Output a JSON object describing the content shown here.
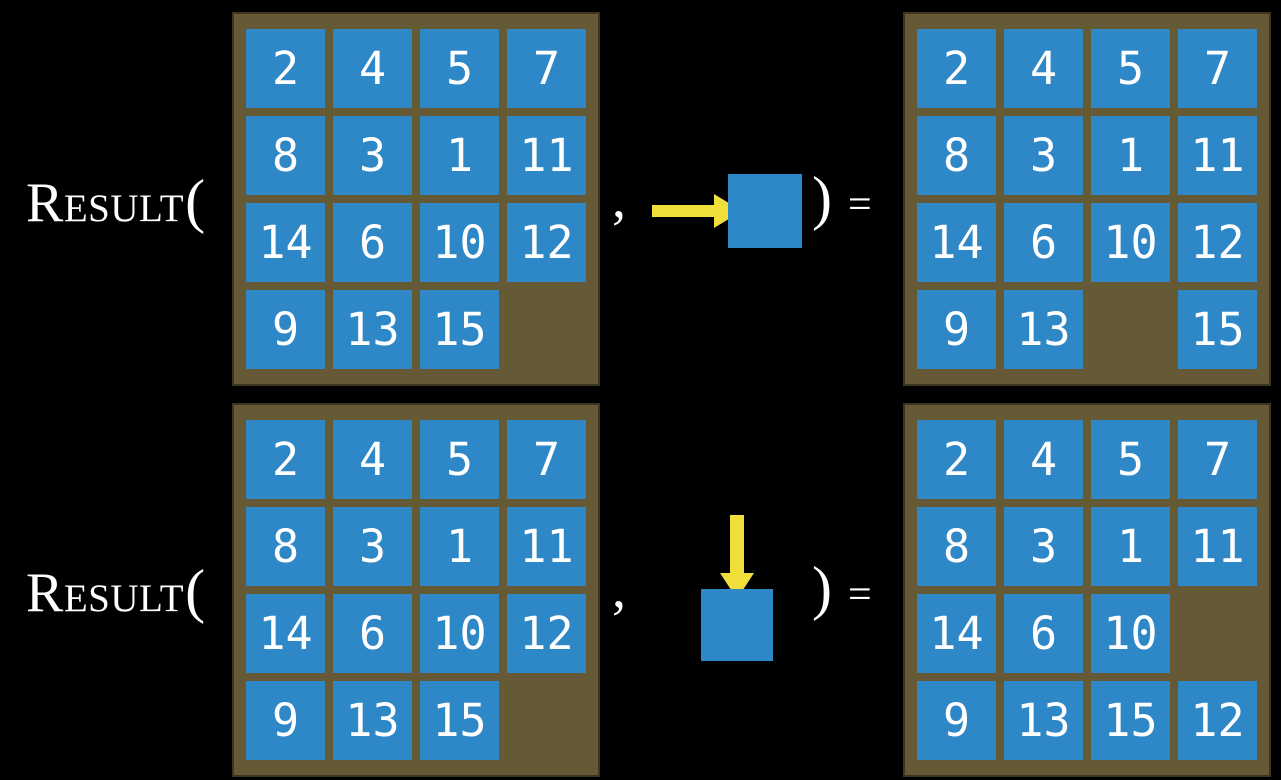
{
  "notation": {
    "function_name": "Result",
    "open_paren": "(",
    "comma": ",",
    "close_paren": ")",
    "equals": "="
  },
  "colors": {
    "background": "#000000",
    "board_frame": "#655936",
    "board_frame_border": "#3E3520",
    "tile_blue": "#2E87C6",
    "tile_number_white": "#FFFFFF",
    "arrow_yellow": "#F0DE3B",
    "notation_text": "#FFFFFF"
  },
  "examples": [
    {
      "action_direction": "right",
      "input_grid": [
        [
          2,
          4,
          5,
          7
        ],
        [
          8,
          3,
          1,
          11
        ],
        [
          14,
          6,
          10,
          12
        ],
        [
          9,
          13,
          15,
          null
        ]
      ],
      "output_grid": [
        [
          2,
          4,
          5,
          7
        ],
        [
          8,
          3,
          1,
          11
        ],
        [
          14,
          6,
          10,
          12
        ],
        [
          9,
          13,
          null,
          15
        ]
      ]
    },
    {
      "action_direction": "down",
      "input_grid": [
        [
          2,
          4,
          5,
          7
        ],
        [
          8,
          3,
          1,
          11
        ],
        [
          14,
          6,
          10,
          12
        ],
        [
          9,
          13,
          15,
          null
        ]
      ],
      "output_grid": [
        [
          2,
          4,
          5,
          7
        ],
        [
          8,
          3,
          1,
          11
        ],
        [
          14,
          6,
          10,
          null
        ],
        [
          9,
          13,
          15,
          12
        ]
      ]
    }
  ]
}
